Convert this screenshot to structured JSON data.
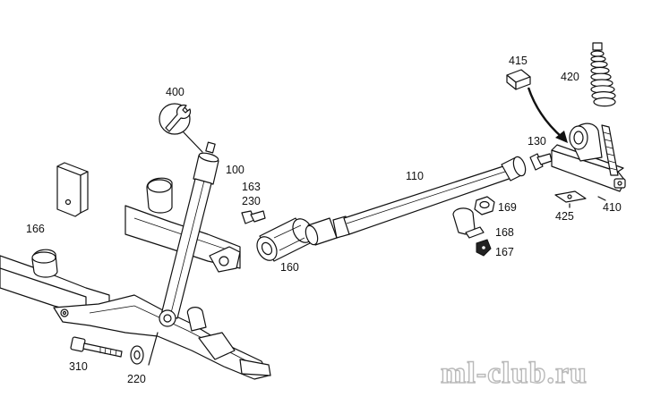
{
  "labels": {
    "l400": "400",
    "l100": "100",
    "l163": "163",
    "l230": "230",
    "l110": "110",
    "l130": "130",
    "l415": "415",
    "l420": "420",
    "l169": "169",
    "l168": "168",
    "l167": "167",
    "l425": "425",
    "l410": "410",
    "l160": "160",
    "l166": "166",
    "l310": "310",
    "l220": "220"
  },
  "watermark": "ml-club.ru",
  "icons": {
    "tool_symbol": "wrench-icon",
    "arrow": "curved-arrow-icon"
  }
}
